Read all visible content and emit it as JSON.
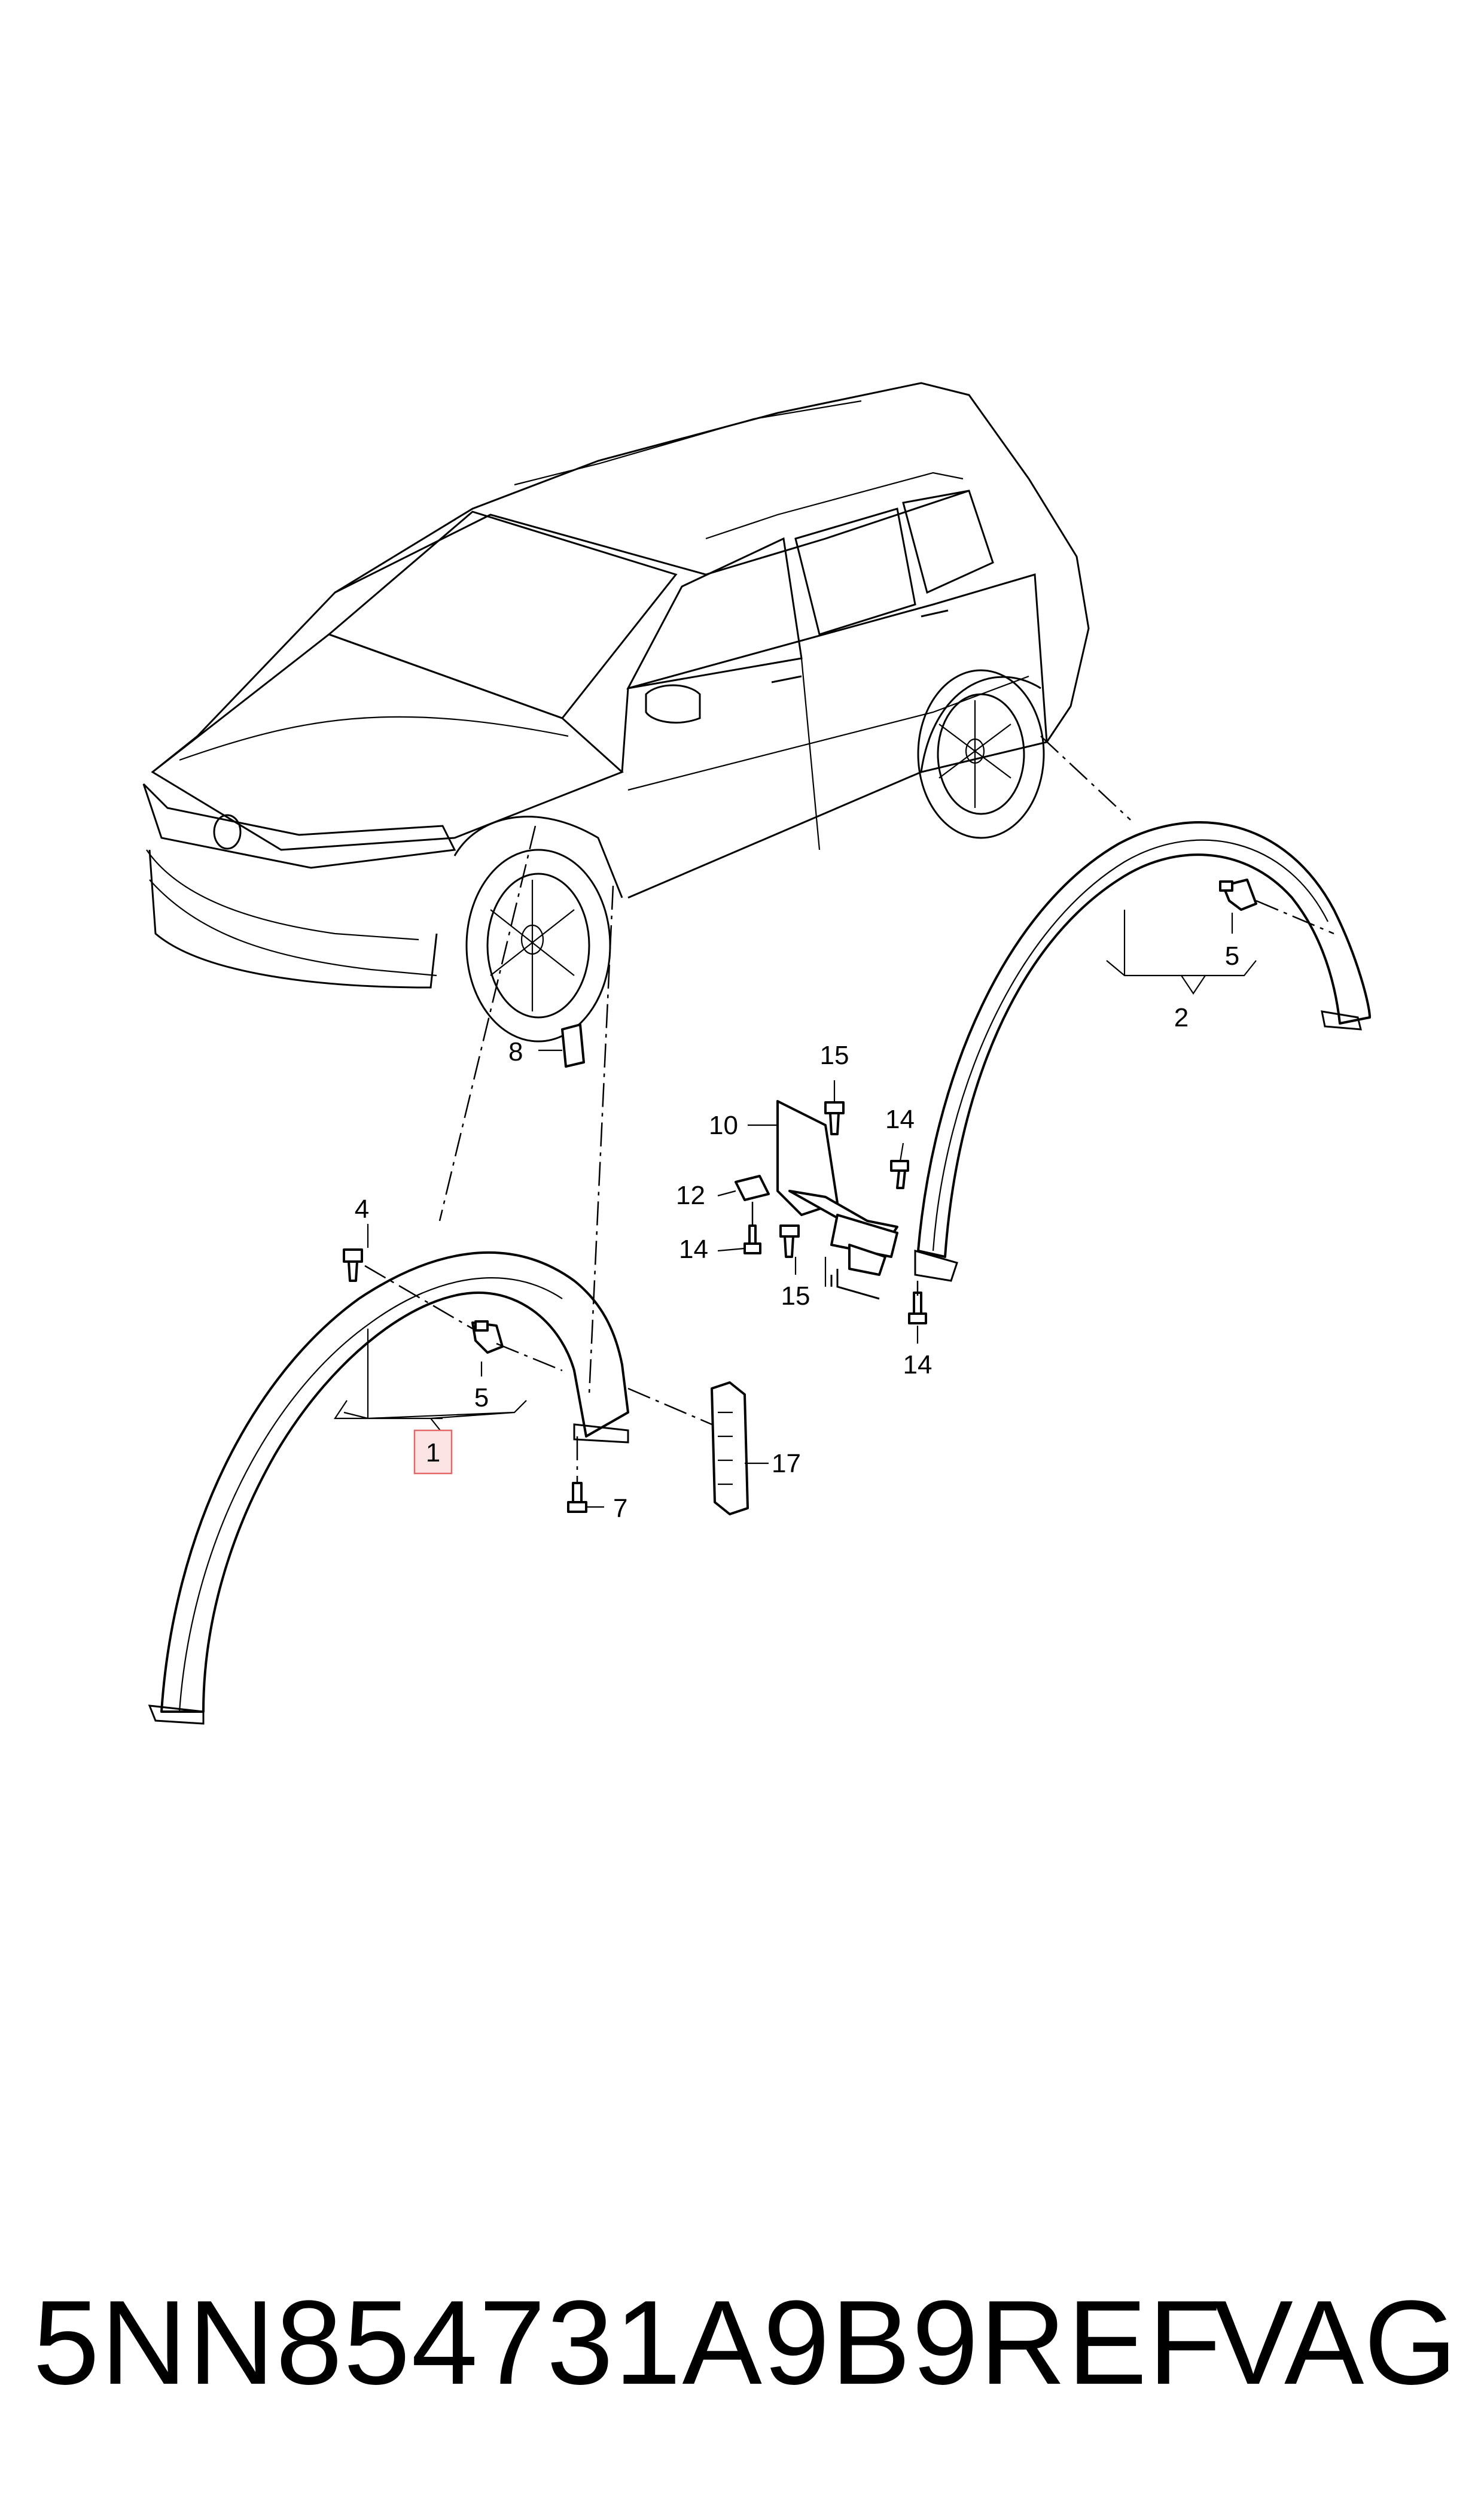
{
  "callouts": {
    "c1": "1",
    "c2": "2",
    "c4": "4",
    "c5a": "5",
    "c5b": "5",
    "c7": "7",
    "c8": "8",
    "c10": "10",
    "c12": "12",
    "c14a": "14",
    "c14b": "14",
    "c14c": "14",
    "c15a": "15",
    "c15b": "15",
    "c17": "17"
  },
  "footer": {
    "part_number": "5NN854731A9B9REF",
    "brand": "VAG"
  },
  "colors": {
    "highlight_fill": "#fde4e4",
    "highlight_stroke": "#e06a6a"
  }
}
